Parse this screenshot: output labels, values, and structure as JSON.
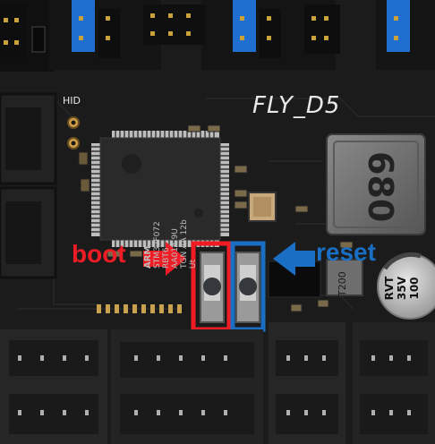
{
  "board": {
    "model_label": "FLY_D5",
    "hid_label": "HID",
    "chip_lines": [
      "ARM",
      "STM32F072",
      "RBT6",
      "AA014 9U",
      "TGN AA 12b",
      "Ut"
    ],
    "inductor_label": "680",
    "capacitor_lines": [
      "RVT",
      "35V",
      "100"
    ],
    "fuse_label": "T200"
  },
  "annotations": {
    "boot_label": "boot",
    "reset_label": "reset",
    "boot_color": "#ee1c24",
    "reset_color": "#1a6fc4"
  },
  "colors": {
    "pcb": "#1c1c1c",
    "header_blue": "#1e6fd0",
    "connector": "#262626"
  }
}
